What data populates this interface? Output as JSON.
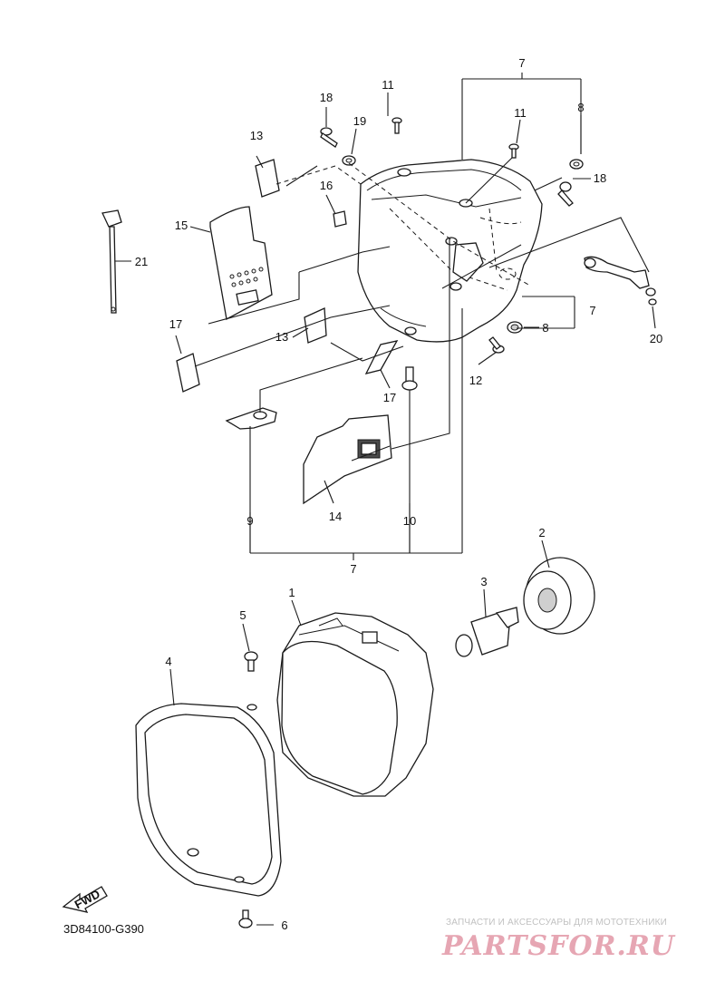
{
  "diagram_code": "3D84100-G390",
  "callouts": {
    "c1": "1",
    "c2": "2",
    "c3": "3",
    "c4": "4",
    "c5": "5",
    "c6": "6",
    "c7a": "7",
    "c7b": "7",
    "c7c": "7",
    "c8a": "8",
    "c8b": "8",
    "c9": "9",
    "c10": "10",
    "c11a": "11",
    "c11b": "11",
    "c12": "12",
    "c13a": "13",
    "c13b": "13",
    "c14": "14",
    "c15": "15",
    "c16": "16",
    "c17a": "17",
    "c17b": "17",
    "c18a": "18",
    "c18b": "18",
    "c19": "19",
    "c20": "20",
    "c21": "21"
  },
  "fwd_badge": "FWD",
  "watermark": {
    "caption": "ЗАПЧАСТИ И АКСЕССУАРЫ ДЛЯ МОТОТЕХНИКИ",
    "logo": "PARTSFOR.RU"
  }
}
